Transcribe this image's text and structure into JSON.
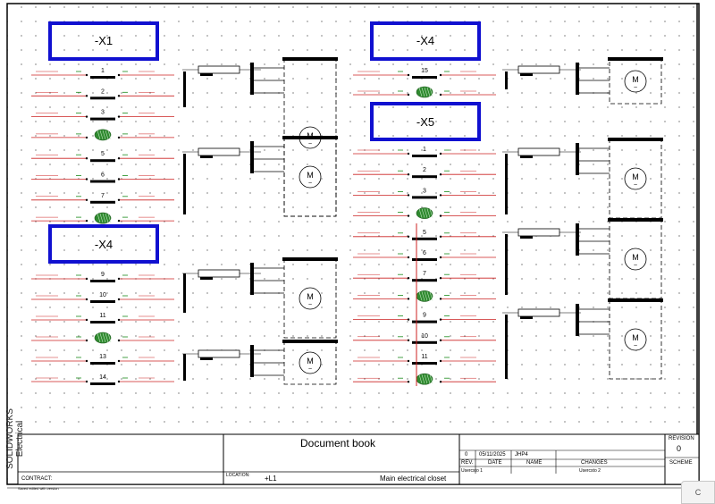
{
  "title_block": {
    "document_title": "Document book",
    "location_value": "+L1",
    "closet_name": "Main electrical closet",
    "contract_label": "CONTRACT:",
    "location_label": "LOCATION:",
    "brand": "SOLIDWORKS Electrical",
    "revision_label": "REVISION",
    "revision_value": "0",
    "scheme_label": "SCHEME",
    "rev_header": "REV.",
    "date_header": "DATE",
    "name_header": "NAME",
    "changes_header": "CHANGES",
    "rev_value": "0",
    "date_value": "05/11/2025",
    "name_value": "JHP4",
    "user1": "Usercsto 1",
    "user2": "Usercsto 2",
    "footer_note": "Saved edited with version"
  },
  "blocks": [
    {
      "label": "-X1"
    },
    {
      "label": "-X4"
    },
    {
      "label": "-X4"
    },
    {
      "label": "-X5"
    }
  ],
  "terminals_x1": [
    "1",
    "2",
    "3",
    "",
    "5",
    "6",
    "7",
    ""
  ],
  "terminals_x4_lower": [
    "9",
    "10",
    "11",
    "",
    "13",
    "14"
  ],
  "terminals_x4_upper": [
    "15",
    ""
  ],
  "terminals_x5": [
    "1",
    "2",
    "3",
    "",
    "5",
    "6",
    "7",
    "",
    "9",
    "10",
    "11",
    ""
  ],
  "motor_symbol": "M",
  "corner_button_label": "C",
  "colors": {
    "blue_box": "#1010d0",
    "wire_red": "#cc2222",
    "wire_green": "#1a8a1a",
    "wire_blue": "#2233bb",
    "ground": "#2f8a2f"
  }
}
